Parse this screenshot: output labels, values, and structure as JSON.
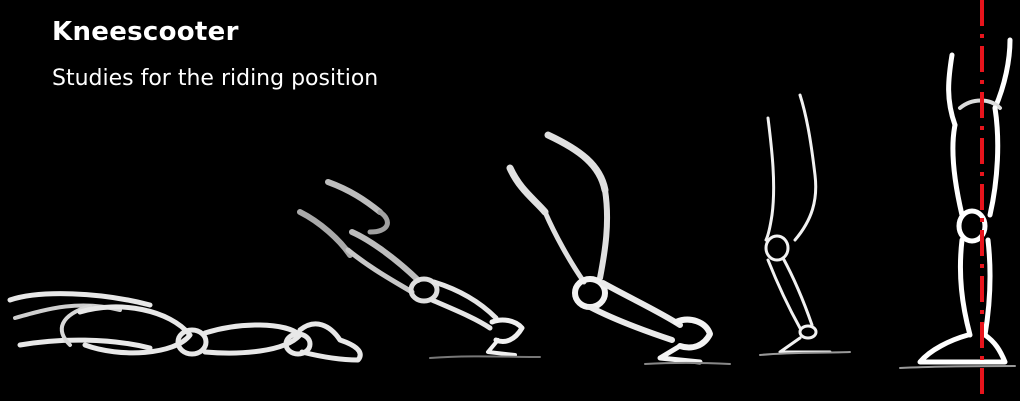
{
  "header": {
    "title": "Kneescooter",
    "subtitle": "Studies for the riding position"
  },
  "figures": [
    {
      "name": "pose-prone",
      "icon": "leg-sketch-prone-icon"
    },
    {
      "name": "pose-low-crouch",
      "icon": "leg-sketch-low-crouch-icon"
    },
    {
      "name": "pose-kneeling",
      "icon": "leg-sketch-kneeling-icon"
    },
    {
      "name": "pose-slight-bend",
      "icon": "leg-sketch-slight-bend-icon"
    },
    {
      "name": "pose-upright",
      "icon": "leg-sketch-upright-icon"
    }
  ],
  "colors": {
    "background": "#000000",
    "text": "#ffffff",
    "chalk": "#ededed",
    "chalk_grey": "#bdbdbd",
    "axis_line": "#e8141c"
  }
}
